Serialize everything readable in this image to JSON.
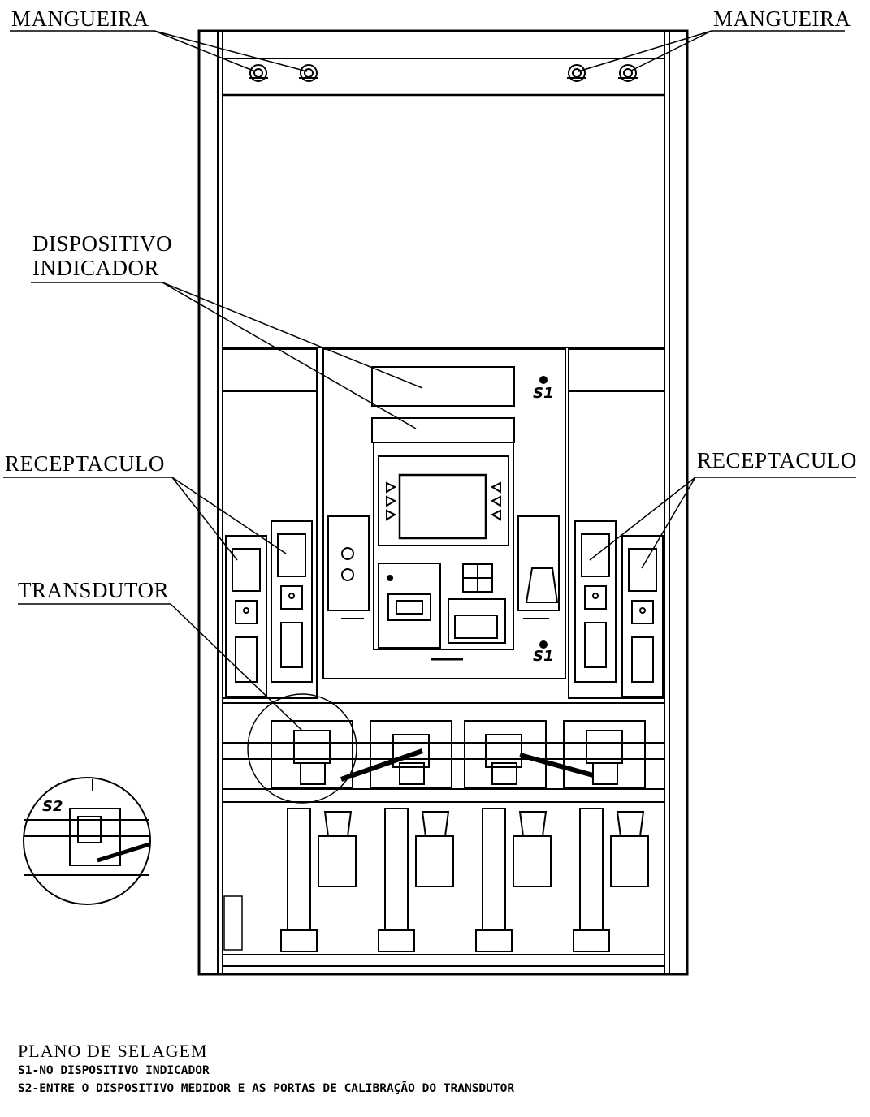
{
  "labels": {
    "mangueira_left": "MANGUEIRA",
    "mangueira_right": "MANGUEIRA",
    "dispositivo_line1": "DISPOSITIVO",
    "dispositivo_line2": "INDICADOR",
    "receptaculo_left": "RECEPTACULO",
    "receptaculo_right": "RECEPTACULO",
    "transdutor": "TRANSDUTOR"
  },
  "seals": {
    "s1_top": "S1",
    "s1_bottom": "S1",
    "s2_detail": "S2"
  },
  "legend": {
    "title": "PLANO DE SELAGEM",
    "s1": "S1-NO DISPOSITIVO INDICADOR",
    "s2": "S2-ENTRE O DISPOSITIVO MEDIDOR E AS PORTAS DE CALIBRAÇÃO DO TRANSDUTOR"
  }
}
